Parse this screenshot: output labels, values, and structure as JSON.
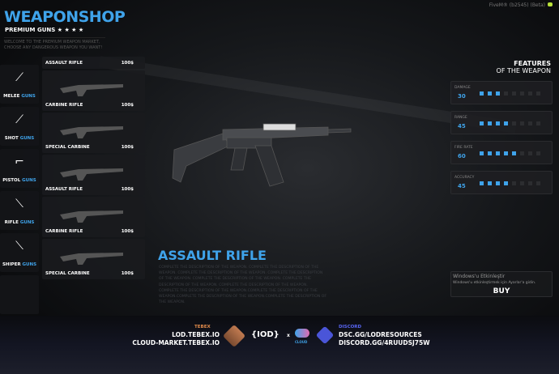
{
  "app": {
    "title": "WEAPONSHOP",
    "subtitle": "PREMIUM GUNS",
    "stars": "★ ★ ★ ★",
    "welcome": "WELCOME TO THE PREMIUM WEAPON MARKET, CHOOSE ANY DANGEROUS WEAPON YOU WANT!",
    "client": "FiveM® (b2545) (Beta)"
  },
  "categories": [
    {
      "a": "MELEE",
      "b": "GUNS",
      "icon": "knife-icon"
    },
    {
      "a": "SHOT",
      "b": "GUNS",
      "icon": "shotgun-icon"
    },
    {
      "a": "PISTOL",
      "b": "GUNS",
      "icon": "pistol-icon"
    },
    {
      "a": "RIFLE",
      "b": "GUNS",
      "icon": "rifle-icon"
    },
    {
      "a": "SHIPER",
      "b": "GUNS",
      "icon": "sniper-icon"
    }
  ],
  "weapons": [
    {
      "name": "ASSAULT RIFLE",
      "price": "100$"
    },
    {
      "name": "CARBINE RIFLE",
      "price": "100$"
    },
    {
      "name": "SPECIAL CARBINE",
      "price": "100$"
    },
    {
      "name": "ASSAULT RIFLE",
      "price": "100$"
    },
    {
      "name": "CARBINE RIFLE",
      "price": "100$"
    },
    {
      "name": "SPECIAL CARBINE",
      "price": "100$"
    }
  ],
  "features": {
    "title": "FEATURES",
    "subtitle": "OF THE WEAPON",
    "stats": [
      {
        "label": "DAMAGE",
        "value": "30",
        "level": 3
      },
      {
        "label": "RANGE",
        "value": "45",
        "level": 4
      },
      {
        "label": "FIRE RATE",
        "value": "60",
        "level": 5
      },
      {
        "label": "ACCURACY",
        "value": "45",
        "level": 4
      }
    ]
  },
  "selected": {
    "name": "ASSAULT RIFLE",
    "description": "COMPLETE THE DESCRIPTION OF THE WEAPON. COMPLETE THE DESCRIPTION OF THE WEAPON. COMPLETE THE DESCRIPTION OF THE WEAPON. COMPLETE THE DESCRIPTION OF THE WEAPON. COMPLETE THE DESCRIPTION OF THE WEAPON. COMPLETE THE DESCRIPTION OF THE WEAPON. COMPLETE THE DESCRIPTION OF THE WEAPON. COMPLETE THE DESCRIPTION OF THE WEAPON.COMPLETE THE DESCRIPTION OF THE WEAPON.COMPLETE THE DESCRIPTION OF THE WEAPON.COMPLETE THE DESCRIPTION OF THE WEAPON."
  },
  "buy": {
    "label": "BUY",
    "win1": "Windows'u Etkinleştir",
    "win2": "Windows'u etkinleştirmek için Ayarlar'a gidin."
  },
  "footer": {
    "tebex_label": "TEBEX",
    "tebex1": "LOD.TEBEX.IO",
    "tebex2": "CLOUD-MARKET.TEBEX.IO",
    "tebex_badge": "TEBEX",
    "lod": "IOD",
    "x": "x",
    "cloud": "CLOUD",
    "discord_label": "DISCORD",
    "discord1": "DSC.GG/LODRESOURCES",
    "discord2": "DISCORD.GG/4RUUDSJ75W"
  },
  "colors": {
    "accent": "#3fa3ea",
    "tebex": "#e08a4a",
    "discord": "#5865f2"
  }
}
